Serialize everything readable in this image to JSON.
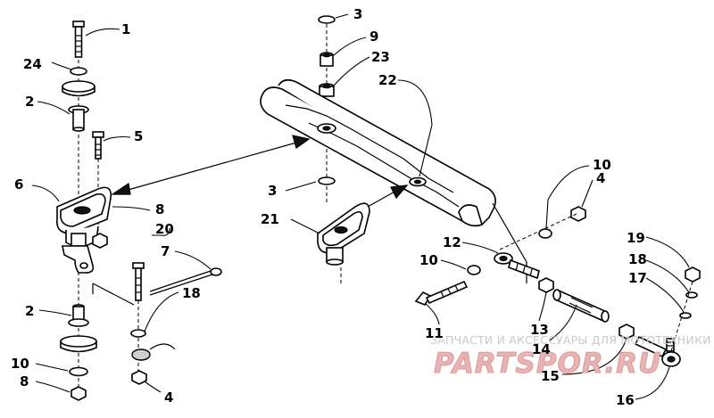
{
  "callouts": [
    {
      "id": "c1",
      "text": "1"
    },
    {
      "id": "c24",
      "text": "24"
    },
    {
      "id": "c2a",
      "text": "2"
    },
    {
      "id": "c5",
      "text": "5"
    },
    {
      "id": "c6",
      "text": "6"
    },
    {
      "id": "c8a",
      "text": "8"
    },
    {
      "id": "c20",
      "text": "20"
    },
    {
      "id": "c7",
      "text": "7"
    },
    {
      "id": "c18a",
      "text": "18"
    },
    {
      "id": "c2b",
      "text": "2"
    },
    {
      "id": "c10a",
      "text": "10"
    },
    {
      "id": "c8b",
      "text": "8"
    },
    {
      "id": "c4a",
      "text": "4"
    },
    {
      "id": "c3a",
      "text": "3"
    },
    {
      "id": "c9",
      "text": "9"
    },
    {
      "id": "c23",
      "text": "23"
    },
    {
      "id": "c22",
      "text": "22"
    },
    {
      "id": "c3b",
      "text": "3"
    },
    {
      "id": "c21",
      "text": "21"
    },
    {
      "id": "c10b",
      "text": "10"
    },
    {
      "id": "c4b",
      "text": "4"
    },
    {
      "id": "c12",
      "text": "12"
    },
    {
      "id": "c10c",
      "text": "10"
    },
    {
      "id": "c11",
      "text": "11"
    },
    {
      "id": "c13",
      "text": "13"
    },
    {
      "id": "c14",
      "text": "14"
    },
    {
      "id": "c15",
      "text": "15"
    },
    {
      "id": "c19",
      "text": "19"
    },
    {
      "id": "c18b",
      "text": "18"
    },
    {
      "id": "c17",
      "text": "17"
    },
    {
      "id": "c16",
      "text": "16"
    }
  ],
  "watermark": {
    "caption": "ЗАПЧАСТИ И АКСЕССУАРЫ ДЛЯ МОТОТЕХНИКИ",
    "logo": "PARTSPOR.RU"
  },
  "colors": {
    "ink": "#000000",
    "background": "#ffffff",
    "watermark_logo": "#e9b3b3",
    "watermark_caption": "#c9c9c9"
  }
}
